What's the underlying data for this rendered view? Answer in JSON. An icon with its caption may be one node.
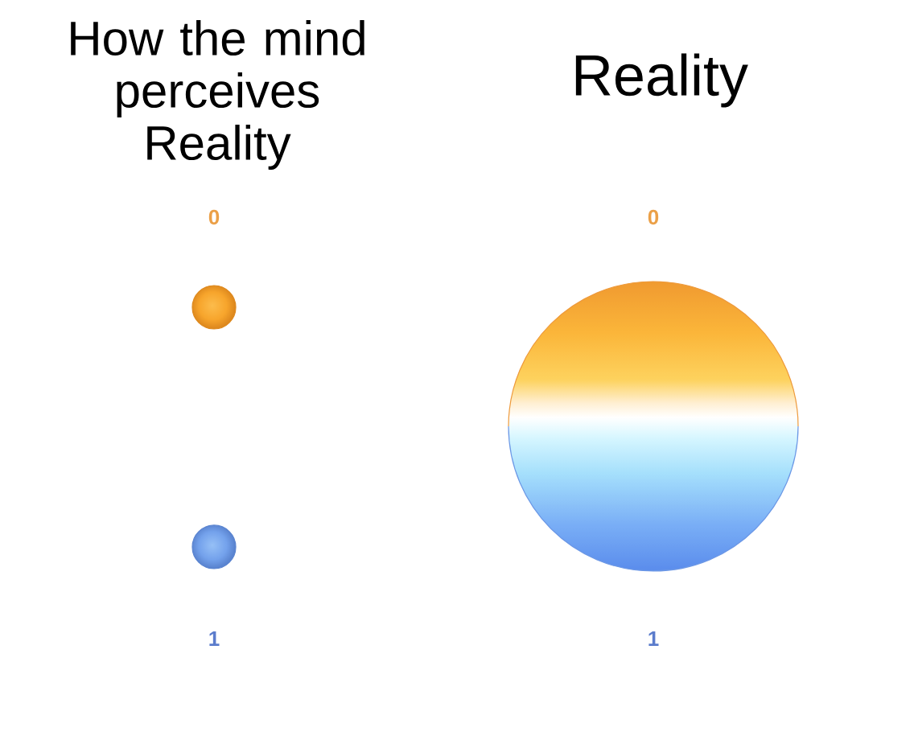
{
  "diagram": {
    "nodes": [
      {
        "text": [],
        "shape": "circle"
      },
      {
        "text": [],
        "shape": "circle"
      },
      {
        "text": [],
        "shape": "circle"
      }
    ],
    "labels": [
      "How the mind perceives Reality",
      "Reality",
      "0",
      "0",
      "1",
      "1"
    ]
  }
}
